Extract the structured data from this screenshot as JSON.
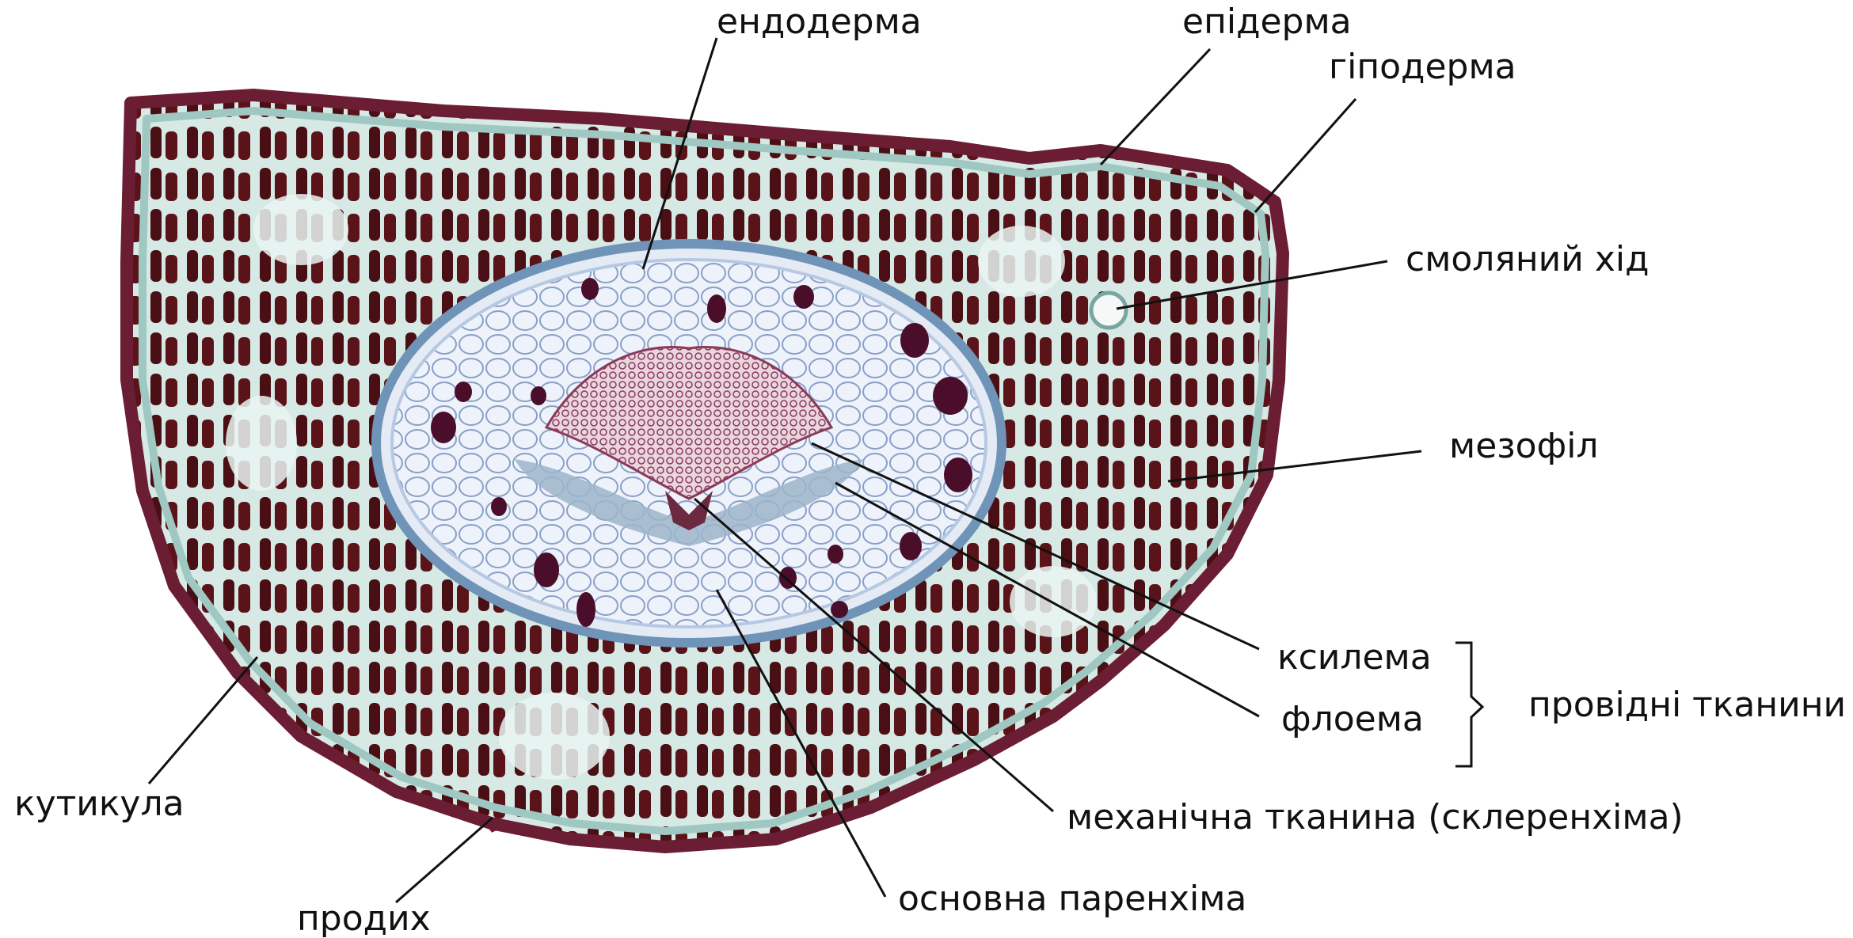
{
  "labels": {
    "endoderm": "ендодерма",
    "epidermis": "епідерма",
    "hypodermis": "гіподерма",
    "resin_duct": "смоляний хід",
    "mesophyll": "мезофіл",
    "xylem": "ксилема",
    "phloem": "флоема",
    "conducting_tissues": "провідні тканини",
    "sclerenchyma": "механічна тканина (склеренхіма)",
    "ground_parenchyma": "основна паренхіма",
    "cuticle": "кутикула",
    "stoma": "продих"
  },
  "colors": {
    "cuticle_border": "#6b1e33",
    "mesophyll_background": "#cfe4e0",
    "mesophyll_cells": "#4a0f14",
    "vascular_cylinder": "#e9eef6",
    "xylem_phloem": "#c98aa0",
    "leader_lines": "#111111"
  }
}
